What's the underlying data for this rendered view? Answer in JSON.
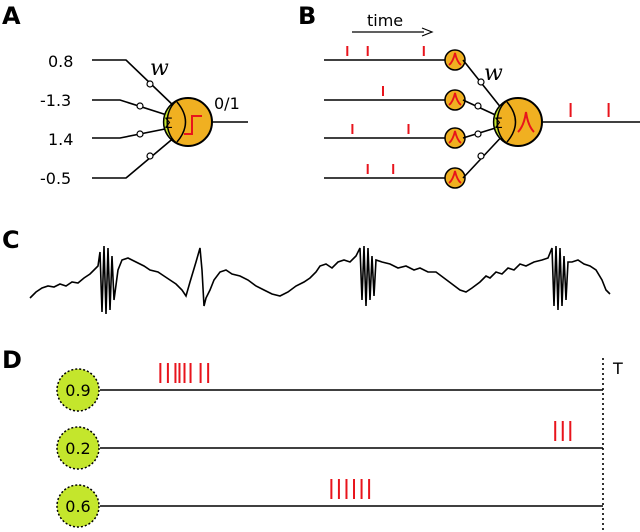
{
  "panel_labels": {
    "a": "A",
    "b": "B",
    "c": "C",
    "d": "D"
  },
  "panel_a": {
    "inputs": [
      "0.8",
      "-1.3",
      "1.4",
      "-0.5"
    ],
    "weight_label": "w",
    "output_label": "0/1"
  },
  "panel_b": {
    "time_label": "time",
    "weight_label": "w",
    "input_spike_times": [
      [
        0.15,
        0.35,
        0.9
      ],
      [
        0.5
      ],
      [
        0.2,
        0.75
      ],
      [
        0.35,
        0.6
      ]
    ],
    "output_spike_times": [
      0.35,
      0.85
    ]
  },
  "panel_d": {
    "end_label": "T",
    "neurons": [
      {
        "value": "0.9",
        "spikes": [
          0.12,
          0.135,
          0.15,
          0.158,
          0.168,
          0.18,
          0.2,
          0.215
        ]
      },
      {
        "value": "0.2",
        "spikes": [
          0.905,
          0.92,
          0.935
        ]
      },
      {
        "value": "0.6",
        "spikes": [
          0.46,
          0.475,
          0.49,
          0.505,
          0.52,
          0.535
        ]
      }
    ]
  },
  "colors": {
    "soma": "#f0b021",
    "dendrite": "#c4e62c",
    "spike": "#e8141c",
    "line": "#000000"
  }
}
